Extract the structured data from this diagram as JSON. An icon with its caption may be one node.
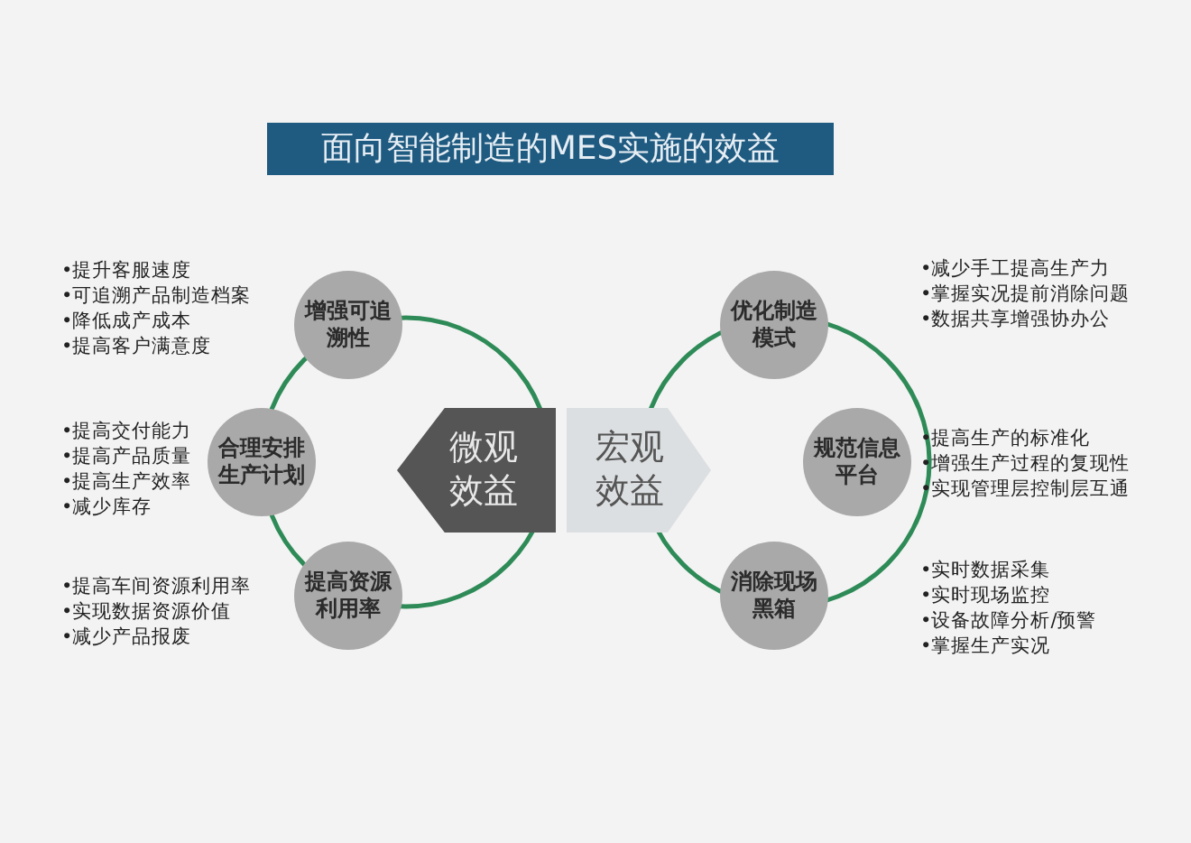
{
  "diagram": {
    "title": "面向智能制造的MES实施的效益",
    "nodes": [
      {
        "text": [
          "微观效益"
        ]
      },
      {
        "text": [
          "宏观效益"
        ]
      },
      {
        "text": [
          "增强可追溯性"
        ],
        "beside": [
          "•提升客服速度",
          "•可追溯产品制造档案",
          "•降低成产成本",
          "•提高客户满意度"
        ]
      },
      {
        "text": [
          "合理安排生产计划"
        ],
        "beside": [
          "•提高交付能力",
          "•提高产品质量",
          "•提高生产效率",
          "•减少库存"
        ]
      },
      {
        "text": [
          "提高资源利用率"
        ],
        "beside": [
          "•提高车间资源利用率",
          "•实现数据资源价值",
          "•减少产品报废"
        ]
      },
      {
        "text": [
          "优化制造模式"
        ],
        "beside": [
          "•减少手工提高生产力",
          "•掌握实况提前消除问题",
          "•数据共享增强协办公"
        ]
      },
      {
        "text": [
          "规范信息平台"
        ],
        "beside": [
          "•提高生产的标准化",
          "•增强生产过程的复现性",
          "•实现管理层控制层互通"
        ]
      },
      {
        "text": [
          "消除现场黑箱"
        ],
        "beside": [
          "•实时数据采集",
          "•实时现场监控",
          "•设备故障分析/预警",
          "•掌握生产实况"
        ]
      }
    ]
  }
}
